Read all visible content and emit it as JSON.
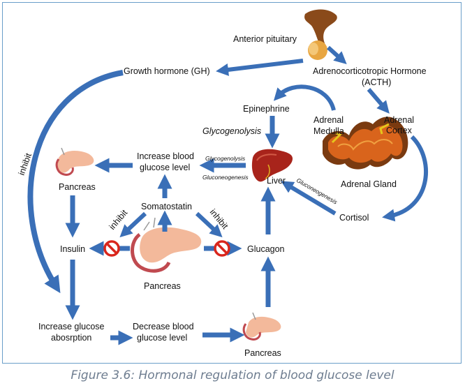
{
  "labels": {
    "anterior_pituitary": "Anterior pituitary",
    "growth_hormone": "Growth hormone (GH)",
    "acth_line1": "Adrenocorticotropic Hormone",
    "acth_line2": "(ACTH)",
    "epinephrine": "Epinephrine",
    "adrenal_medulla_line1": "Adrenal",
    "adrenal_medulla_line2": "Medulla",
    "adrenal_cortex_line1": "Adrenal",
    "adrenal_cortex_line2": "Cortex",
    "adrenal_gland": "Adrenal Gland",
    "glycogenolysis_main": "Glycogenolysis",
    "increase_bg_line1": "Increase blood",
    "increase_bg_line2": "glucose level",
    "glycogenolysis_small": "Glycogenolysis",
    "gluconeogenesis_small": "Gluconeogenesis",
    "gluconeogenesis_rot": "Gluconeogenesis",
    "liver": "Liver",
    "pancreas_left": "Pancreas",
    "somatostatin": "Somatostatin",
    "inhibit_left": "inhibit",
    "inhibit_right": "inhibit",
    "inhibit_gh": "inhibit",
    "insulin": "Insulin",
    "glucagon": "Glucagon",
    "pancreas_center": "Pancreas",
    "cortisol": "Cortisol",
    "increase_abs_line1": "Increase glucose",
    "increase_abs_line2": "abosrption",
    "decrease_bg_line1": "Decrease blood",
    "decrease_bg_line2": "glucose level",
    "pancreas_bottom": "Pancreas"
  },
  "caption": "Figure 3.6: Hormonal regulation of blood glucose level",
  "colors": {
    "arrow": "#3a6fb7",
    "inhibit_sign": "#d9261c",
    "frame": "#6a9ec9",
    "liver": "#a8241b",
    "pancreas": "#f3b99b",
    "adrenal": "#d9641c",
    "pituitary": "#b8742a",
    "caption": "#6d7c8f"
  }
}
